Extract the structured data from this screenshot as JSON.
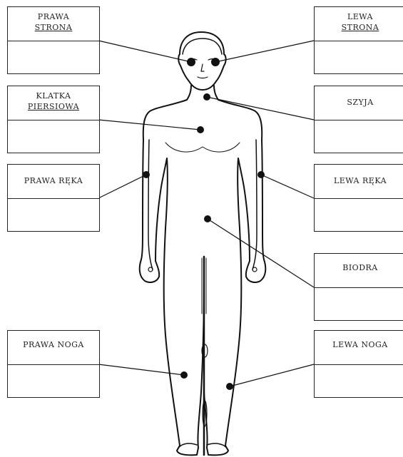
{
  "labels": {
    "prawa_strona": {
      "line1": "PRAWA",
      "line2": "STRONA"
    },
    "lewa_strona": {
      "line1": "LEWA",
      "line2": "STRONA"
    },
    "klatka_piersiowa": {
      "line1": "KLATKA",
      "line2": "PIERSIOWA"
    },
    "szyja": {
      "line1": "SZYJA"
    },
    "prawa_reka": {
      "line1": "PRAWA RĘKA"
    },
    "lewa_reka": {
      "line1": "LEWA RĘKA"
    },
    "biodra": {
      "line1": "BIODRA"
    },
    "prawa_noga": {
      "line1": "PRAWA NOGA"
    },
    "lewa_noga": {
      "line1": "LEWA NOGA"
    }
  },
  "colors": {
    "line": "#111111",
    "marker": "#111111",
    "background": "#ffffff"
  }
}
